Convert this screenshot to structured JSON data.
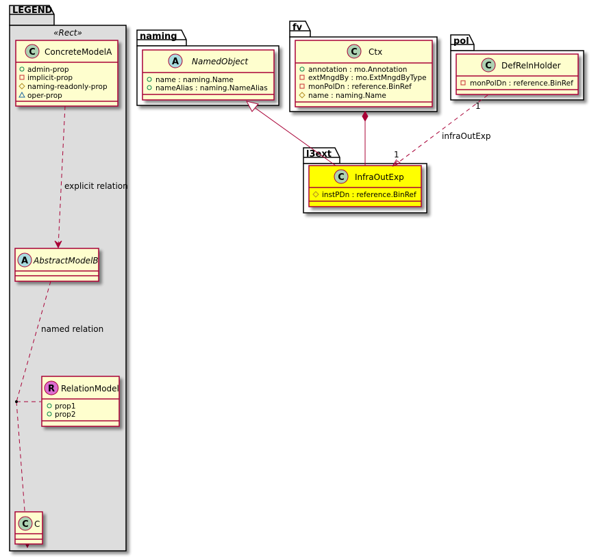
{
  "colors": {
    "class_fill": "#FEFECE",
    "class_highlight_fill": "#FFFF00",
    "class_border": "#A80036",
    "legend_bg": "#DDDDDD",
    "badge_class": "#ADD1B2",
    "badge_abstract": "#A9DCDF",
    "badge_relation": "#DB6DD0",
    "vis_public": "#038048",
    "vis_private": "#C82930",
    "vis_readonly": "#B38D22",
    "vis_oper": "#1963A0"
  },
  "legend": {
    "package_name": "LEGEND",
    "stereotype": "«Rect»",
    "concrete": {
      "badge": "C",
      "name": "ConcreteModelA",
      "attributes": [
        {
          "vis": "public",
          "text": "admin-prop"
        },
        {
          "vis": "private",
          "text": "implicit-prop"
        },
        {
          "vis": "readonly",
          "text": "naming-readonly-prop"
        },
        {
          "vis": "oper",
          "text": "oper-prop"
        }
      ]
    },
    "abstract": {
      "badge": "A",
      "name": "AbstractModelB"
    },
    "relation_model": {
      "badge": "R",
      "name": "RelationModel",
      "attributes": [
        {
          "vis": "public",
          "text": "prop1"
        },
        {
          "vis": "public",
          "text": "prop2"
        }
      ]
    },
    "class_c": {
      "badge": "C",
      "name": "C"
    },
    "explicit_relation_label": "explicit relation",
    "named_relation_label": "named relation"
  },
  "packages": {
    "naming": {
      "name": "naming",
      "class": {
        "badge": "A",
        "name": "NamedObject",
        "attributes": [
          {
            "vis": "public",
            "text": "name : naming.Name"
          },
          {
            "vis": "public",
            "text": "nameAlias : naming.NameAlias"
          }
        ]
      }
    },
    "fv": {
      "name": "fv",
      "class": {
        "badge": "C",
        "name": "Ctx",
        "attributes": [
          {
            "vis": "public",
            "text": "annotation : mo.Annotation"
          },
          {
            "vis": "private",
            "text": "extMngdBy : mo.ExtMngdByType"
          },
          {
            "vis": "private",
            "text": "monPolDn : reference.BinRef"
          },
          {
            "vis": "readonly",
            "text": "name : naming.Name"
          }
        ]
      }
    },
    "pol": {
      "name": "pol",
      "class": {
        "badge": "C",
        "name": "DefRelnHolder",
        "attributes": [
          {
            "vis": "private",
            "text": "monPolDn : reference.BinRef"
          }
        ]
      }
    },
    "l3ext": {
      "name": "l3ext",
      "class": {
        "badge": "C",
        "name": "InfraOutExp",
        "attributes": [
          {
            "vis": "readonly",
            "text": "instPDn : reference.BinRef"
          }
        ]
      }
    }
  },
  "relations": {
    "infra_label": "infraOutExp",
    "infra_src_mult": "1",
    "infra_dst_mult": "1"
  }
}
